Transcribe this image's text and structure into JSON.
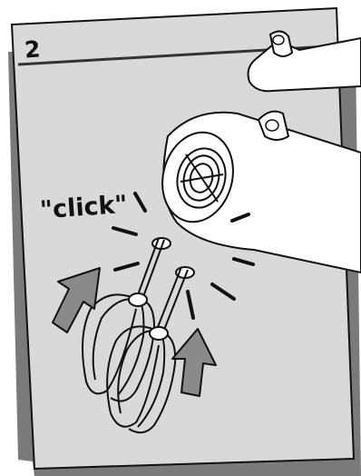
{
  "step": {
    "number": "2"
  },
  "annotation": {
    "sound": "\"click\""
  },
  "icons": [
    "hand-mixer",
    "beater-left",
    "beater-right",
    "push-arrow-left",
    "push-arrow-right",
    "click-lines"
  ],
  "colors": {
    "card": "#d9d9d9",
    "card_shadow": "#7a7a7a",
    "outline": "#111111",
    "mixer_body": "#ffffff",
    "arrow_fill": "#8a8a8a"
  }
}
